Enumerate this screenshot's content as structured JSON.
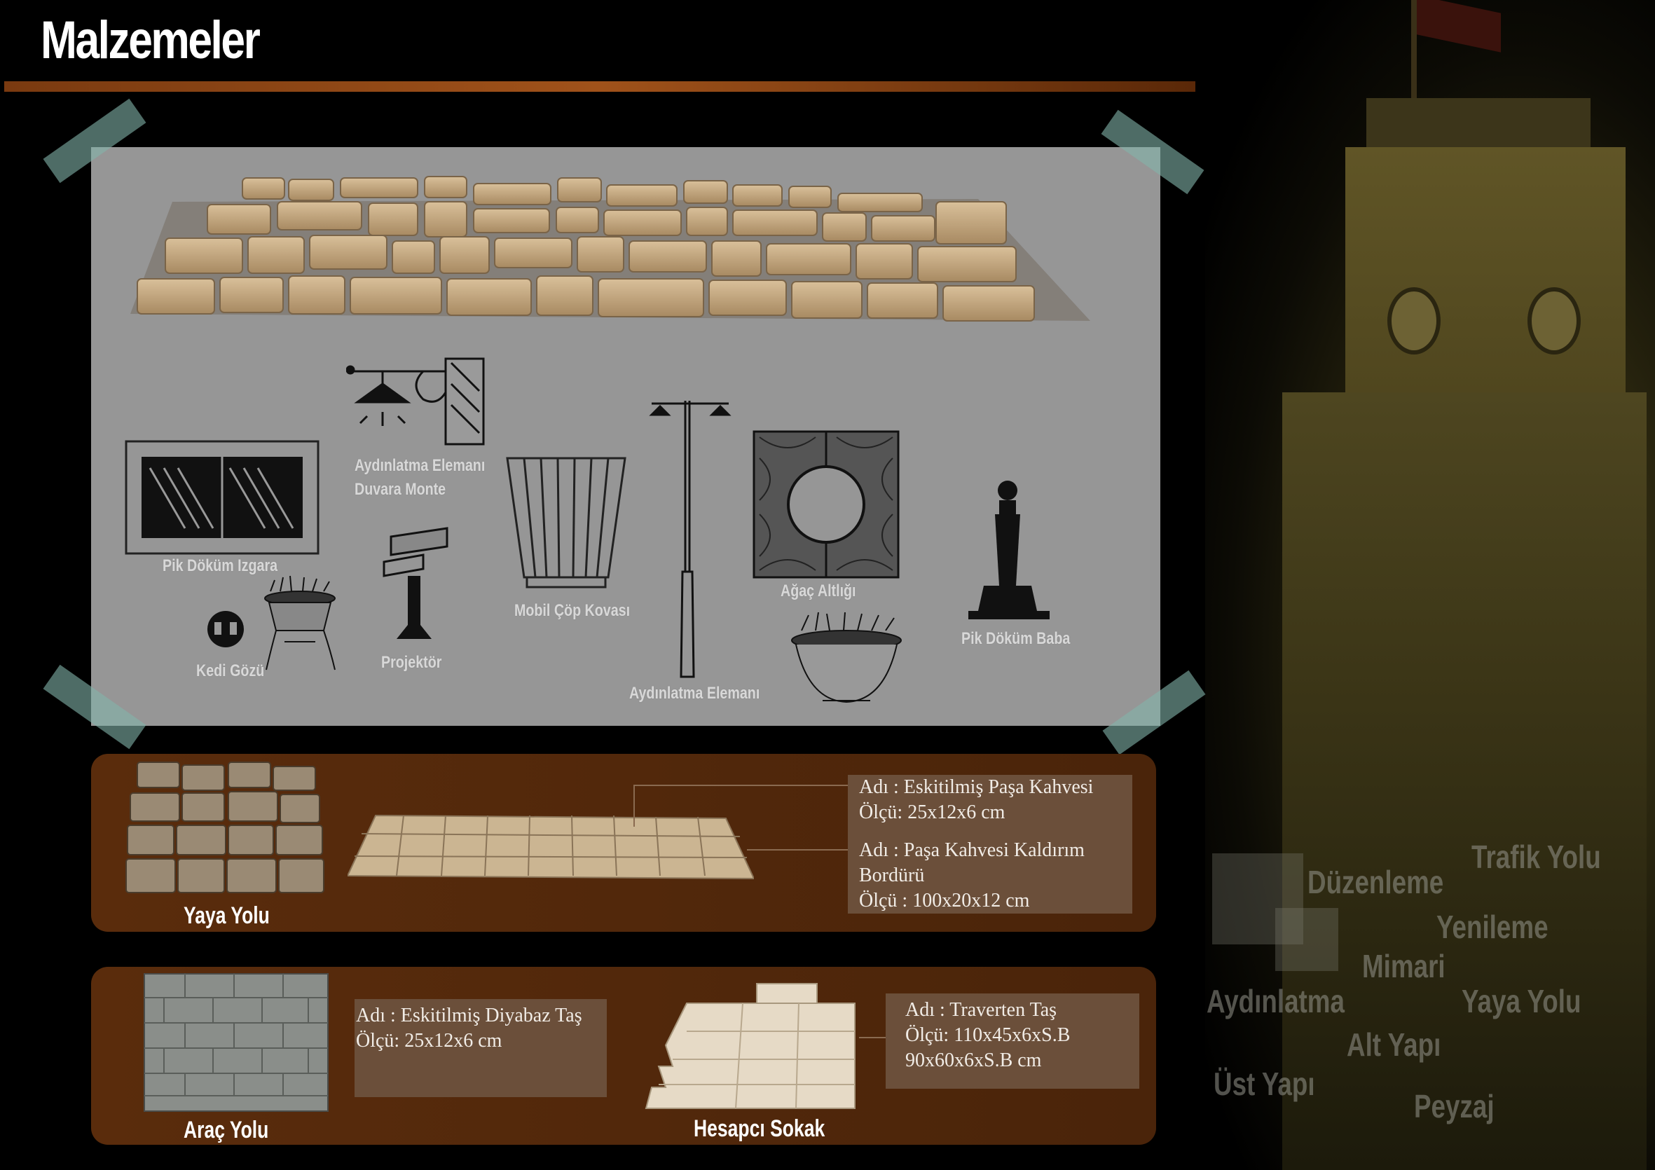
{
  "page": {
    "title": "Malzemeler"
  },
  "panel_labels": {
    "wall_lamp_line1": "Aydınlatma Elemanı",
    "wall_lamp_line2": "Duvara Monte",
    "grate": "Pik Döküm Izgara",
    "trash_bin": "Mobil Çöp Kovası",
    "tree_grate": "Ağaç Altlığı",
    "bollard": "Pik Döküm Baba",
    "cats_eye": "Kedi Gözü",
    "projector": "Projektör",
    "street_lamp": "Aydınlatma Elemanı"
  },
  "pedestrian": {
    "caption": "Yaya Yolu",
    "info1_line1": "Adı  :  Eskitilmiş Paşa Kahvesi",
    "info1_line2": "Ölçü: 25x12x6 cm",
    "info2_line1": "Adı  :  Paşa Kahvesi Kaldırım",
    "info2_line2": "Bordürü",
    "info2_line3": "Ölçü : 100x20x12 cm"
  },
  "road": {
    "caption": "Araç Yolu",
    "info_line1": "Adı  : Eskitilmiş Diyabaz Taş",
    "info_line2": "Ölçü: 25x12x6 cm"
  },
  "street": {
    "caption": "Hesapcı Sokak",
    "info_line1": "Adı  :  Traverten Taş",
    "info_line2": "Ölçü: 110x45x6xS.B",
    "info_line3": "90x60x6xS.B cm"
  },
  "background_keywords": [
    "Trafik Yolu",
    "Düzenleme",
    "Yenileme",
    "Mimari",
    "Aydınlatma",
    "Yaya Yolu",
    "Alt Yapı",
    "Üst Yapı",
    "Peyzaj"
  ],
  "colors": {
    "panel": "#969696",
    "bar": "#5a2c0c",
    "info_box": "#6b4f3a",
    "rule": "#a0521a"
  }
}
